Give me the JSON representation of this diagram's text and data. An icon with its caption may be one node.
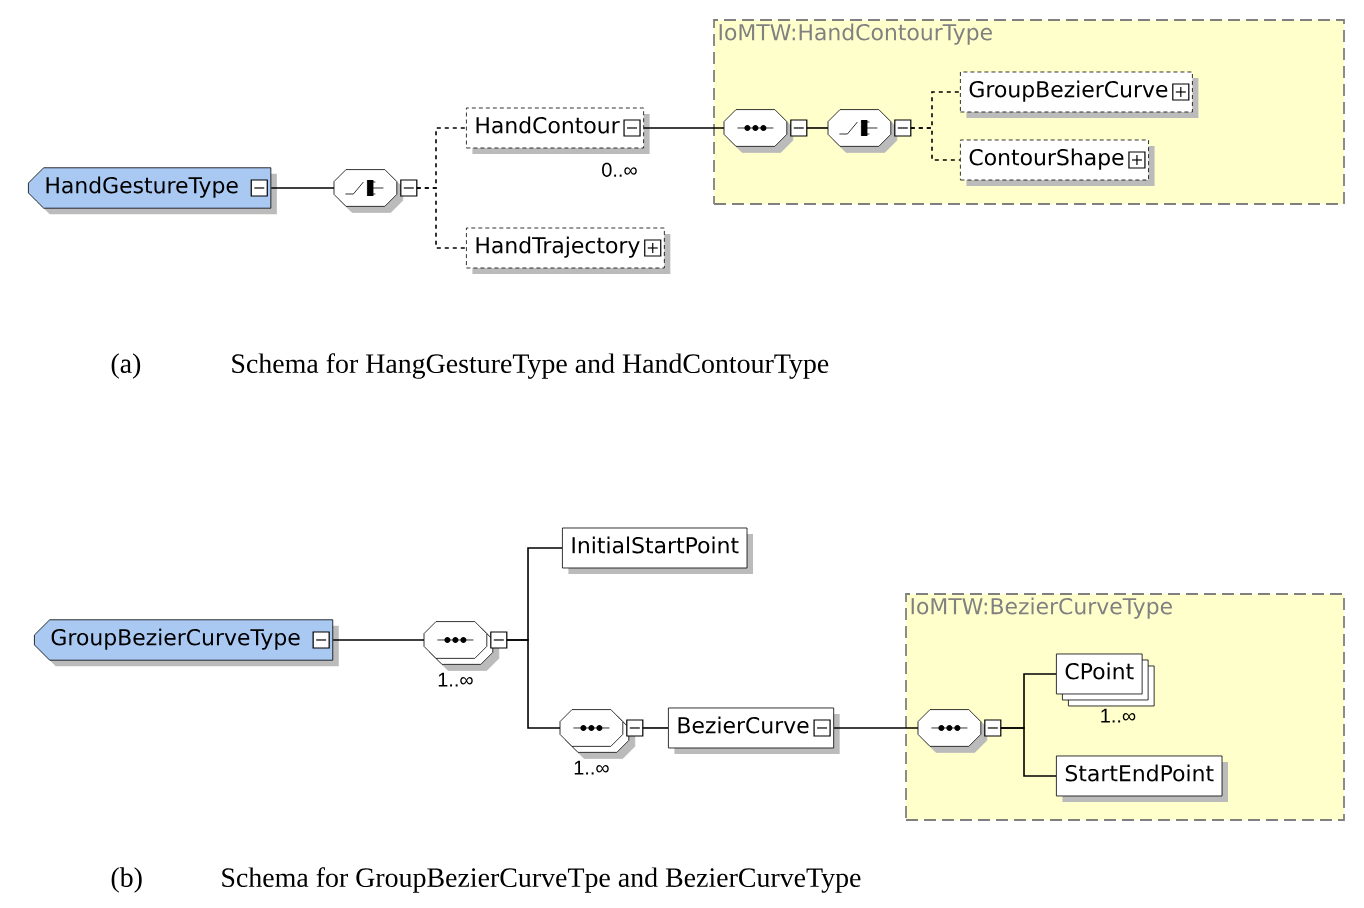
{
  "diagram": {
    "nodes": [
      {
        "text": [
          "HandGestureType"
        ]
      },
      {
        "text": [],
        "shape": "octagon"
      },
      {
        "text": [
          "HandContour"
        ],
        "beside": [
          "0..∞"
        ]
      },
      {
        "text": [
          "HandTrajectory"
        ]
      },
      {
        "text": [
          "IoMTW:HandContourType"
        ]
      },
      {
        "text": [],
        "shape": "octagon",
        "in": 4
      },
      {
        "text": [],
        "shape": "octagon",
        "in": 4
      },
      {
        "text": [
          "GroupBezierCurve"
        ],
        "in": 4
      },
      {
        "text": [
          "ContourShape"
        ],
        "in": 4
      },
      {
        "text": [
          "GroupBezierCurveType"
        ]
      },
      {
        "text": [],
        "shape": "octagon",
        "beside": [
          "1..∞"
        ]
      },
      {
        "text": [
          "InitialStartPoint"
        ]
      },
      {
        "text": [],
        "shape": "octagon",
        "beside": [
          "1..∞"
        ]
      },
      {
        "text": [
          "BezierCurve"
        ]
      },
      {
        "text": [
          "IoMTW:BezierCurveType"
        ]
      },
      {
        "text": [],
        "shape": "octagon",
        "in": 14
      },
      {
        "text": [
          "CPoint"
        ],
        "in": 14,
        "beside": [
          "1..∞"
        ]
      },
      {
        "text": [
          "StartEndPoint"
        ],
        "in": 14
      }
    ],
    "edges": [
      {
        "from": 0,
        "to": 1,
        "arrow": "none"
      },
      {
        "from": 1,
        "to": 2,
        "arrow": "none",
        "style": "dashed"
      },
      {
        "from": 1,
        "to": 3,
        "arrow": "none",
        "style": "dashed"
      },
      {
        "from": 2,
        "to": 5,
        "arrow": "none"
      },
      {
        "from": 5,
        "to": 6,
        "arrow": "none"
      },
      {
        "from": 6,
        "to": 7,
        "arrow": "none",
        "style": "dashed"
      },
      {
        "from": 6,
        "to": 8,
        "arrow": "none",
        "style": "dashed"
      },
      {
        "from": 9,
        "to": 10,
        "arrow": "none"
      },
      {
        "from": 10,
        "to": 11,
        "arrow": "none"
      },
      {
        "from": 10,
        "to": 12,
        "arrow": "none"
      },
      {
        "from": 12,
        "to": 13,
        "arrow": "none"
      },
      {
        "from": 13,
        "to": 15,
        "arrow": "none"
      },
      {
        "from": 15,
        "to": 16,
        "arrow": "none"
      },
      {
        "from": 15,
        "to": 17,
        "arrow": "none"
      }
    ],
    "labels": [
      "(a)",
      "Schema for HangGestureType and HandContourType",
      "(b)",
      "Schema for GroupBezierCurveTpe and BezierCurveType"
    ]
  }
}
